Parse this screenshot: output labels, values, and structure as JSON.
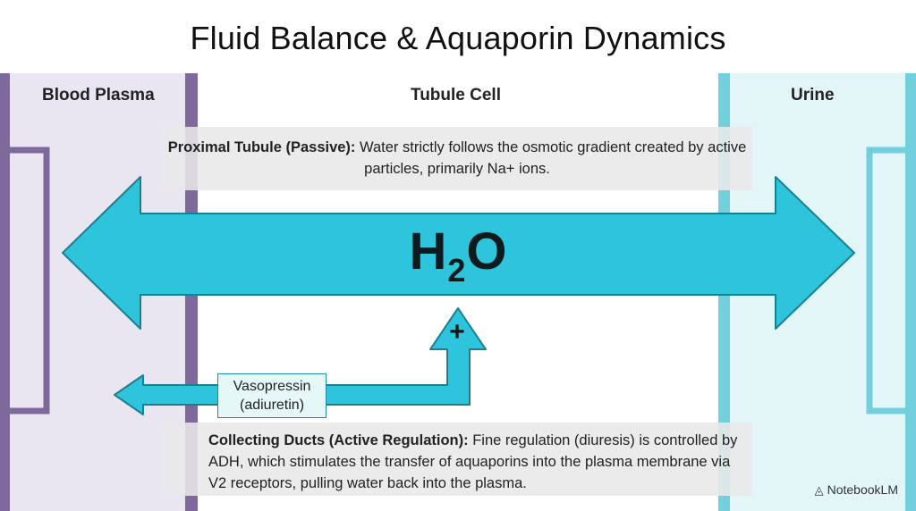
{
  "title": "Fluid Balance & Aquaporin Dynamics",
  "zones": {
    "blood_plasma": "Blood Plasma",
    "tubule_cell": "Tubule Cell",
    "urine": "Urine"
  },
  "proximal": {
    "heading": "Proximal Tubule (Passive):",
    "text": " Water strictly follows the osmotic gradient created by active particles, primarily Na+ ions."
  },
  "central_arrow": {
    "label_main": "H",
    "label_sub": "2",
    "label_end": "O"
  },
  "stimulus": {
    "sign": "+",
    "line1": "Vasopressin",
    "line2": "(adiuretin)"
  },
  "collecting": {
    "heading": "Collecting Ducts (Active Regulation):",
    "text": " Fine regulation (diuresis) is controlled by ADH, which stimulates the transfer of aquaporins into the plasma membrane via V2 receptors, pulling water back into the plasma."
  },
  "brand": {
    "icon": "notebooklm-icon",
    "name": "NotebookLM"
  },
  "colors": {
    "plasma_bg": "#e9e6f1",
    "membrane_purple": "#7e6a9a",
    "urine_bg": "#e2f6f8",
    "membrane_teal": "#72d0dd",
    "arrow_fill": "#2ec5dc",
    "arrow_stroke": "#1a7f90"
  }
}
